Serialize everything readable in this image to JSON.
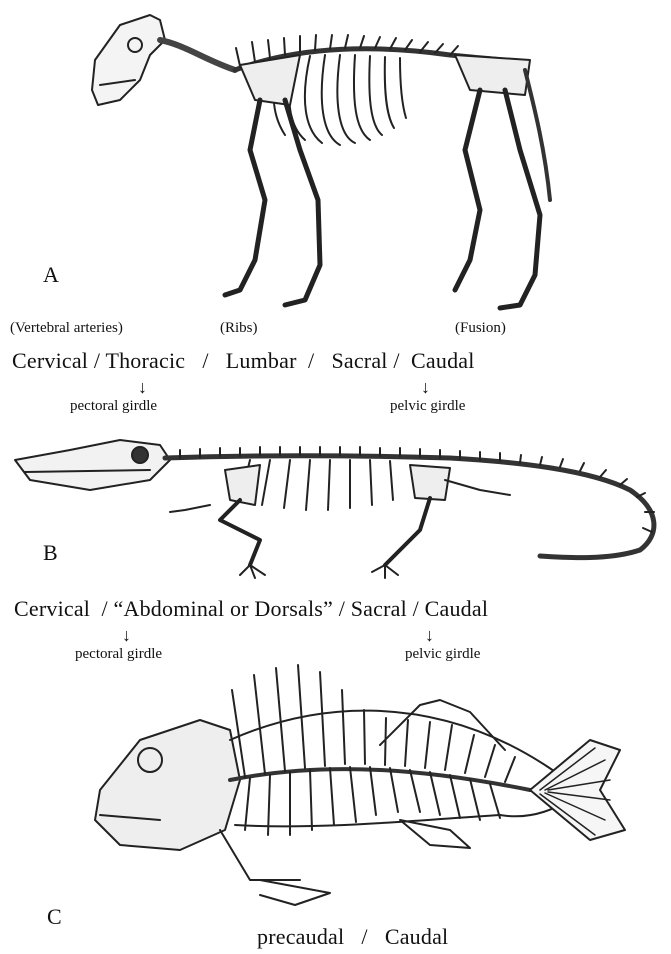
{
  "panels": {
    "a": {
      "letter": "A",
      "notes": {
        "cervical": "(Vertebral arteries)",
        "thoracic": "(Ribs)",
        "sacral": "(Fusion)"
      },
      "regions": [
        "Cervical",
        "Thoracic",
        "Lumbar",
        "Sacral",
        "Caudal"
      ],
      "girdles": {
        "pectoral": "pectoral girdle",
        "pelvic": "pelvic girdle"
      }
    },
    "b": {
      "letter": "B",
      "regions": [
        "Cervical",
        "“Abdominal or Dorsals”",
        "Sacral",
        "Caudal"
      ],
      "girdles": {
        "pectoral": "pectoral girdle",
        "pelvic": "pelvic girdle"
      }
    },
    "c": {
      "letter": "C",
      "regions": [
        "precaudal",
        "Caudal"
      ]
    }
  },
  "separator": "/",
  "arrow_glyph": "↓"
}
